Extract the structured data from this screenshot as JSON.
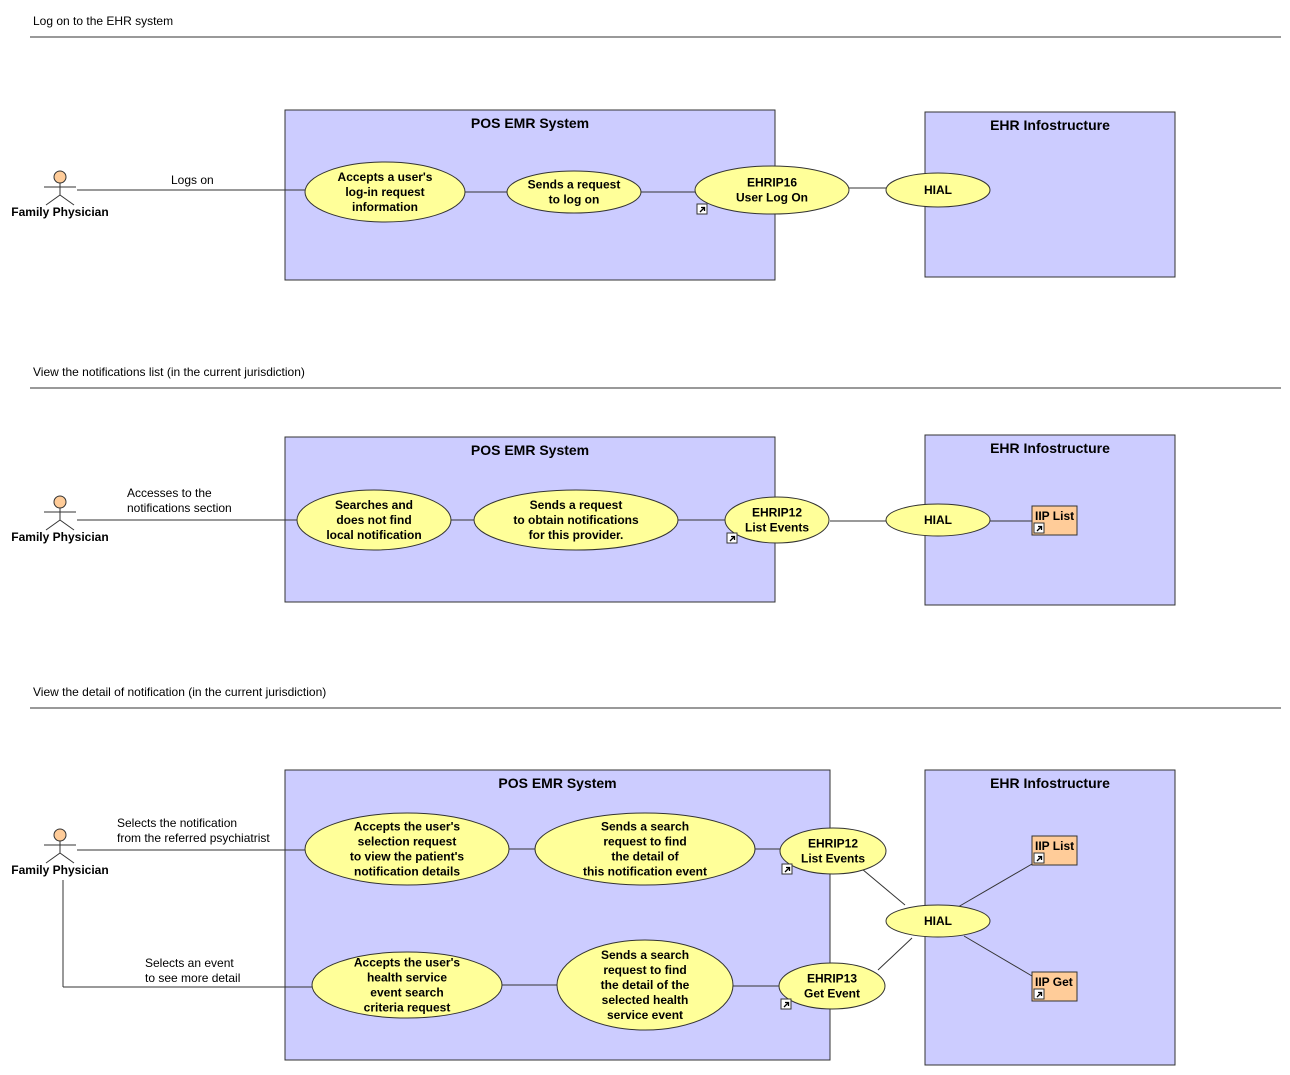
{
  "sections": [
    {
      "title": "Log on to the EHR system",
      "actor": "Family Physician",
      "association_label": [
        "Logs on"
      ],
      "pos_system_title": "POS EMR System",
      "ehr_title": "EHR Infostructure",
      "use_cases": [
        [
          "Accepts a user's",
          "log-in request",
          "information"
        ],
        [
          "Sends a request",
          "to log on"
        ],
        [
          "EHRIP16",
          "User Log On"
        ],
        [
          "HIAL"
        ]
      ],
      "components": []
    },
    {
      "title": "View the notifications list (in the current jurisdiction)",
      "actor": "Family Physician",
      "association_label": [
        "Accesses to the",
        "notifications section"
      ],
      "pos_system_title": "POS EMR System",
      "ehr_title": "EHR Infostructure",
      "use_cases": [
        [
          "Searches and",
          "does not find",
          "local notification"
        ],
        [
          "Sends a request",
          "to obtain notifications",
          "for this provider."
        ],
        [
          "EHRIP12",
          "List Events"
        ],
        [
          "HIAL"
        ]
      ],
      "components": [
        "IIP List"
      ]
    },
    {
      "title": "View the detail of notification (in the current jurisdiction)",
      "actor": "Family Physician",
      "association_label": [
        "Selects the notification",
        "from the referred psychiatrist"
      ],
      "association_label_2": [
        "Selects an event",
        "to see more detail"
      ],
      "pos_system_title": "POS EMR System",
      "ehr_title": "EHR Infostructure",
      "use_cases": [
        [
          "Accepts the user's",
          "selection request",
          "to view the patient's",
          "notification details"
        ],
        [
          "Sends a search",
          "request to find",
          "the detail of",
          "this notification event"
        ],
        [
          "EHRIP12",
          "List Events"
        ],
        [
          "Accepts the user's",
          "health service",
          "event search",
          "criteria request"
        ],
        [
          "Sends a search",
          "request to find",
          "the detail of the",
          "selected health",
          "service event"
        ],
        [
          "EHRIP13",
          "Get Event"
        ],
        [
          "HIAL"
        ]
      ],
      "components": [
        "IIP List",
        "IIP Get"
      ]
    }
  ],
  "colors": {
    "system_fill": "#ccccff",
    "usecase_fill": "#ffff99",
    "component_fill": "#ffcc99",
    "actor_head": "#ffcc99",
    "stroke": "#333333"
  },
  "icons": {
    "actor": "stick-figure-icon",
    "link": "shortcut-arrow-icon"
  }
}
